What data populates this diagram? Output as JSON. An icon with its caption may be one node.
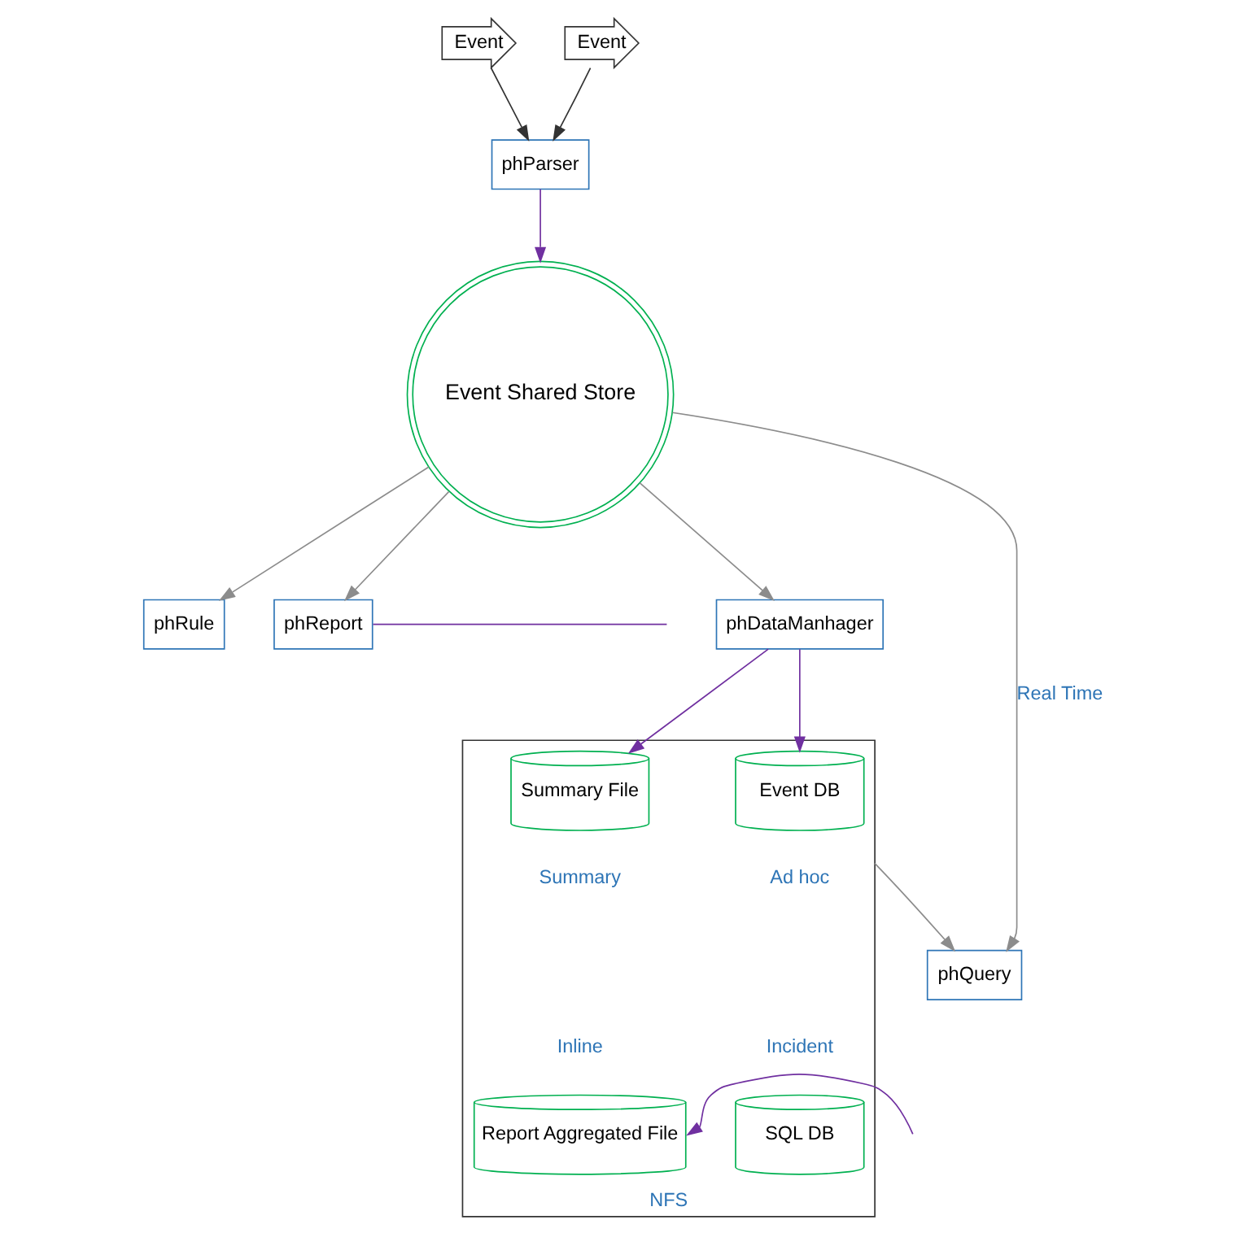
{
  "diagram": {
    "nodes": [
      {
        "text": [
          "Event"
        ]
      },
      {
        "text": [
          "Event"
        ]
      },
      {
        "text": [
          "phParser"
        ]
      },
      {
        "text": [
          "phRule"
        ]
      },
      {
        "text": [
          "Event Shared Store"
        ]
      },
      {
        "text": [
          "phReport"
        ]
      },
      {
        "text": [
          "phDataManhager"
        ]
      },
      {
        "text": [
          "phQuery"
        ]
      },
      {
        "text": [
          "NFS"
        ]
      },
      {
        "text": [
          "Event DB"
        ],
        "in": 8,
        "beside": [
          "Ad hoc"
        ]
      },
      {
        "text": [
          "Summary File"
        ],
        "in": 8,
        "beside": [
          "Summary"
        ]
      },
      {
        "text": [
          "SQL DB"
        ],
        "in": 8,
        "beside": [
          "Incident"
        ]
      },
      {
        "text": [
          "Report Aggregated File"
        ],
        "in": 8,
        "beside": [
          "Inline"
        ]
      }
    ],
    "edges": [
      {
        "from": 0,
        "to": 2,
        "arrow": "to",
        "color": "#333333"
      },
      {
        "from": 1,
        "to": 2,
        "arrow": "to",
        "color": "#333333"
      },
      {
        "from": 2,
        "to": 4,
        "arrow": "to",
        "color": "#7030a0"
      },
      {
        "from": 4,
        "to": 3,
        "arrow": "to",
        "color": "#8c8c8c"
      },
      {
        "from": 4,
        "to": 5,
        "arrow": "to",
        "color": "#8c8c8c"
      },
      {
        "from": 5,
        "to": null,
        "arrow": "none",
        "color": "#7030a0"
      },
      {
        "from": 4,
        "to": 6,
        "arrow": "to",
        "color": "#8c8c8c"
      },
      {
        "from": 6,
        "to": 9,
        "arrow": "to",
        "color": "#7030a0"
      },
      {
        "from": 6,
        "to": 10,
        "arrow": "to",
        "color": "#7030a0"
      },
      {
        "from": 4,
        "to": 7,
        "arrow": "to",
        "label": "Real Time",
        "color": "#8c8c8c"
      },
      {
        "from": 8,
        "to": 7,
        "arrow": "to",
        "color": "#8c8c8c"
      },
      {
        "from": null,
        "to": 12,
        "arrow": "to",
        "color": "#7030a0"
      }
    ]
  }
}
